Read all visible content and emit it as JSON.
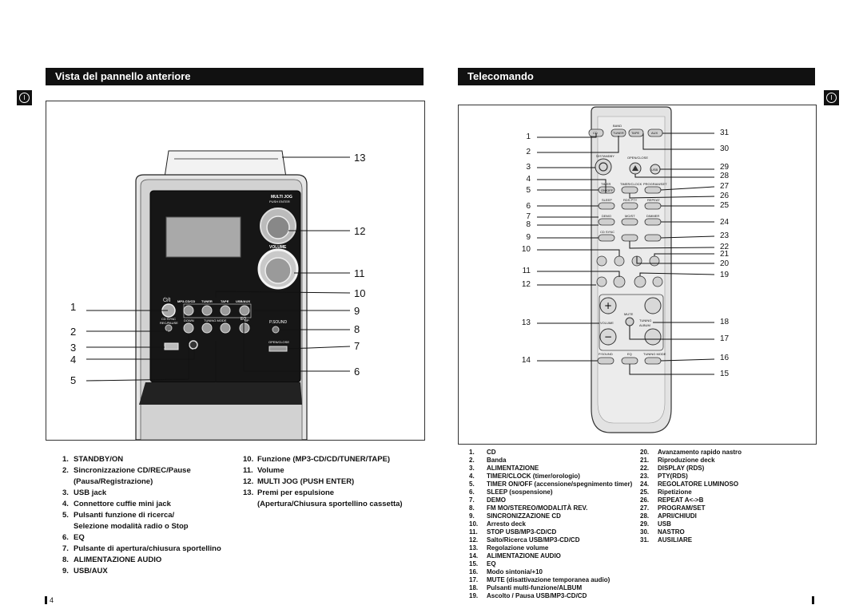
{
  "left": {
    "title": "Vista del pannello anteriore",
    "lang_badge": "I",
    "device": {
      "multi_jog": "MULTI JOG",
      "push_enter": "PUSH ENTER",
      "volume": "VOLUME",
      "standby": "⏻/I",
      "source_buttons": [
        "MP3-CD/CD",
        "TUNER",
        "TAPE",
        "USB/AUX"
      ],
      "cd_sync": "CD SYNC",
      "rec_pause": "REC/PAUSE",
      "down": "DOWN",
      "tuning_mode": "TUNING MODE",
      "up": "UP",
      "eq": "EQ",
      "psound": "P.SOUND",
      "open_close": "OPEN/CLOSE"
    },
    "callouts": {
      "c1": "1",
      "c2": "2",
      "c3": "3",
      "c4": "4",
      "c5": "5",
      "c6": "6",
      "c7": "7",
      "c8": "8",
      "c9": "9",
      "c10": "10",
      "c11": "11",
      "c12": "12",
      "c13": "13"
    },
    "col1": [
      {
        "num": "1.",
        "text": "STANDBY/ON"
      },
      {
        "num": "2.",
        "text": "Sincronizzazione CD/REC/Pause"
      },
      {
        "num": "",
        "text": "(Pausa/Registrazione)"
      },
      {
        "num": "3.",
        "text": "USB jack"
      },
      {
        "num": "4.",
        "text": "Connettore cuffie mini jack"
      },
      {
        "num": "5.",
        "text": "Pulsanti funzione di ricerca/"
      },
      {
        "num": "",
        "text": "Selezione modalità radio o Stop"
      },
      {
        "num": "6.",
        "text": "EQ"
      },
      {
        "num": "7.",
        "text": "Pulsante di apertura/chiusura sportellino"
      },
      {
        "num": "8.",
        "text": "ALIMENTAZIONE AUDIO"
      },
      {
        "num": "9.",
        "text": "USB/AUX"
      }
    ],
    "col2": [
      {
        "num": "10.",
        "text": "Funzione (MP3-CD/CD/TUNER/TAPE)"
      },
      {
        "num": "11.",
        "text": "Volume"
      },
      {
        "num": "12.",
        "text": "MULTI JOG (PUSH ENTER)"
      },
      {
        "num": "13.",
        "text": "Premi per espulsione"
      },
      {
        "num": "",
        "text": "(Apertura/Chiusura sportellino cassetta)"
      }
    ],
    "page_number": "4"
  },
  "right": {
    "title": "Telecomando",
    "lang_badge": "I",
    "remote": {
      "band": "BAND",
      "cd": "CD",
      "tuner": "TUNER",
      "tape": "TAPE",
      "aux": "AUX",
      "power": "⏻/STANDBY",
      "open_close": "OPEN/CLOSE",
      "usb": "USB",
      "timer": "TIMER",
      "on_off": "ON/OFF",
      "timer_clock": "TIMER/CLOCK",
      "program_set": "PROGRAM/SET",
      "sleep": "SLEEP",
      "rds_pty": "RDS PTY",
      "repeat": "REPEAT",
      "demo": "DEMO",
      "mo_st": "MO/ST",
      "dimmer": "DIMMER",
      "cd_sync": "CD SYNC",
      "mute": "MUTE",
      "volume": "VOLUME",
      "tuning": "TUNING",
      "album": "ALBUM",
      "psound": "P.SOUND",
      "eq": "EQ",
      "tuning_mode": "TUNING MODE"
    },
    "callouts_left": [
      "1",
      "2",
      "3",
      "4",
      "5",
      "6",
      "7",
      "8",
      "9",
      "10",
      "11",
      "12",
      "13",
      "14"
    ],
    "callouts_right": [
      "31",
      "30",
      "29",
      "28",
      "27",
      "26",
      "25",
      "24",
      "23",
      "22",
      "21",
      "20",
      "19",
      "18",
      "17",
      "16",
      "15"
    ],
    "col1": [
      {
        "num": "1.",
        "text": "CD"
      },
      {
        "num": "2.",
        "text": "Banda"
      },
      {
        "num": "3.",
        "text": "ALIMENTAZIONE"
      },
      {
        "num": "4.",
        "text": "TIMER/CLOCK (timer/orologio)"
      },
      {
        "num": "5.",
        "text": "TIMER ON/OFF (accensione/spegnimento timer)"
      },
      {
        "num": "6.",
        "text": "SLEEP (sospensione)"
      },
      {
        "num": "7.",
        "text": "DEMO"
      },
      {
        "num": "8.",
        "text": "FM MO/STEREO/MODALITÀ REV."
      },
      {
        "num": "9.",
        "text": "SINCRONIZZAZIONE CD"
      },
      {
        "num": "10.",
        "text": "Arresto deck"
      },
      {
        "num": "11.",
        "text": "STOP USB/MP3-CD/CD"
      },
      {
        "num": "12.",
        "text": "Salto/Ricerca USB/MP3-CD/CD"
      },
      {
        "num": "13.",
        "text": "Regolazione volume"
      },
      {
        "num": "14.",
        "text": "ALIMENTAZIONE AUDIO"
      },
      {
        "num": "15.",
        "text": "EQ"
      },
      {
        "num": "16.",
        "text": "Modo sintonia/+10"
      },
      {
        "num": "17.",
        "text": "MUTE (disattivazione temporanea audio)"
      },
      {
        "num": "18.",
        "text": "Pulsanti multi-funzione/ALBUM"
      },
      {
        "num": "19.",
        "text": "Ascolto / Pausa USB/MP3-CD/CD"
      }
    ],
    "col2": [
      {
        "num": "20.",
        "text": "Avanzamento rapido nastro"
      },
      {
        "num": "21.",
        "text": "Riproduzione deck"
      },
      {
        "num": "22.",
        "text": "DISPLAY (RDS)"
      },
      {
        "num": "23.",
        "text": "PTY(RDS)"
      },
      {
        "num": "24.",
        "text": "REGOLATORE LUMINOSO"
      },
      {
        "num": "25.",
        "text": "Ripetizione"
      },
      {
        "num": "26.",
        "text": "REPEAT A<->B"
      },
      {
        "num": "27.",
        "text": "PROGRAM/SET"
      },
      {
        "num": "28.",
        "text": "APRI/CHIUDI"
      },
      {
        "num": "29.",
        "text": "USB"
      },
      {
        "num": "30.",
        "text": "NASTRO"
      },
      {
        "num": "31.",
        "text": "AUSILIARE"
      }
    ]
  }
}
